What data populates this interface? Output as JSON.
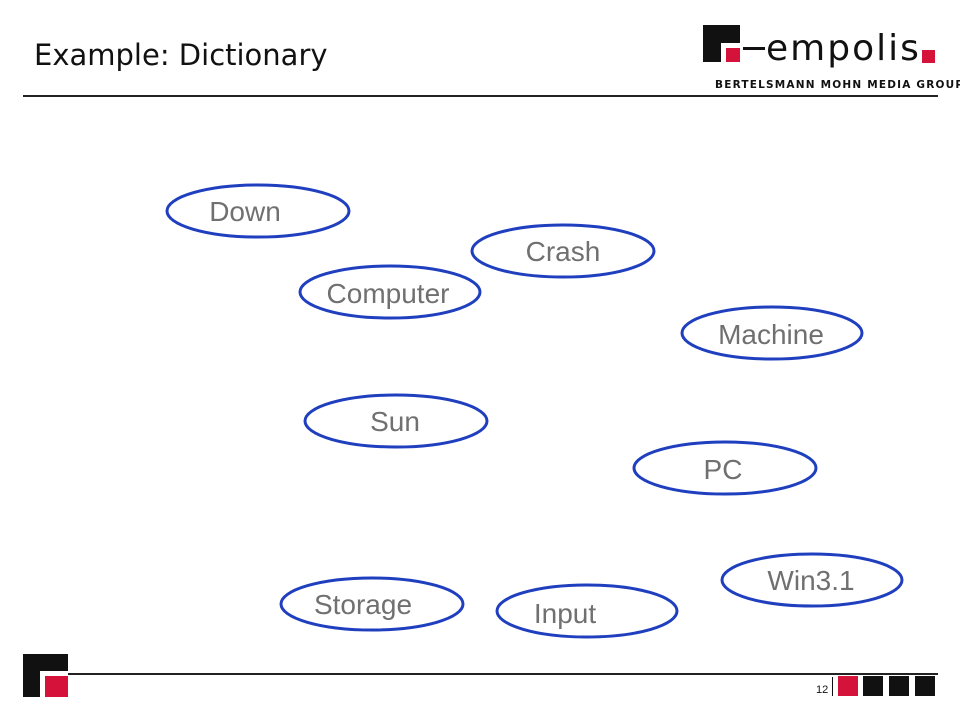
{
  "slide": {
    "title": "Example: Dictionary",
    "page_number": "12"
  },
  "logo": {
    "wordmark": "empolis",
    "tagline": "BERTELSMANN MOHN MEDIA GROUP"
  },
  "colors": {
    "accent_red": "#d4123a",
    "node_outline": "#1f3fbf",
    "node_text": "#707070"
  },
  "diagram": {
    "nodes": [
      {
        "label": "Down"
      },
      {
        "label": "Crash"
      },
      {
        "label": "Computer"
      },
      {
        "label": "Machine"
      },
      {
        "label": "Sun"
      },
      {
        "label": "PC"
      },
      {
        "label": "Win3.1"
      },
      {
        "label": "Storage"
      },
      {
        "label": "Input"
      }
    ]
  },
  "footer": {
    "boxes": [
      "red",
      "black",
      "black",
      "black"
    ]
  }
}
